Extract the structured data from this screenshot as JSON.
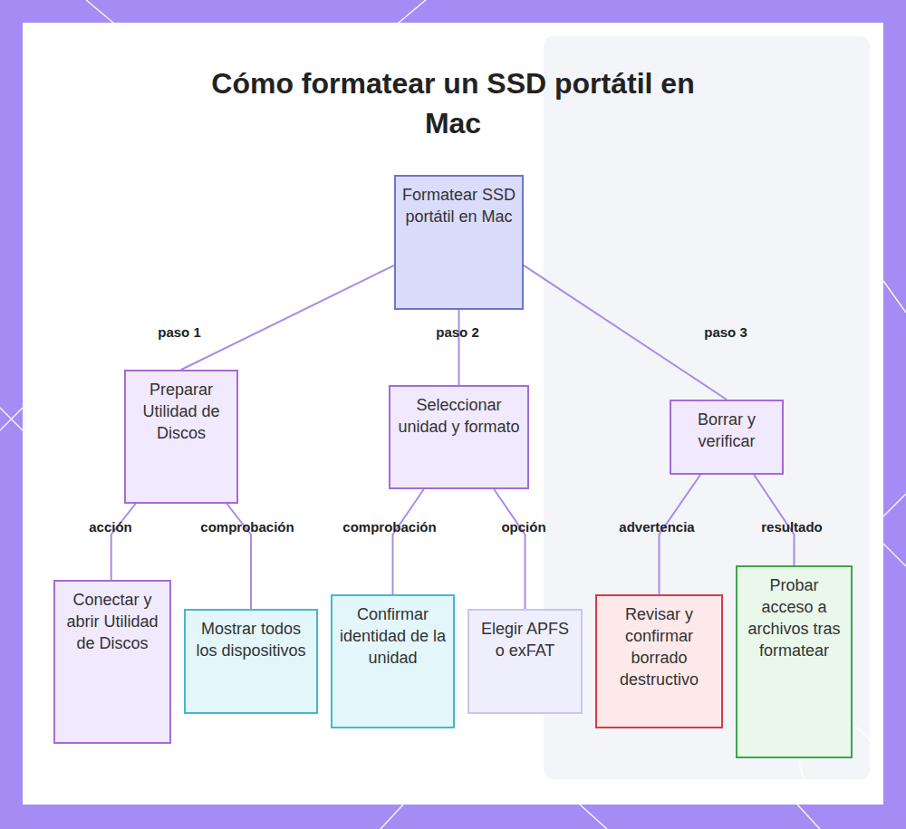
{
  "diagram": {
    "title": "Cómo formatear un SSD portátil en Mac",
    "nodes": [
      {
        "text": [
          "Formatear SSD portátil en Mac"
        ]
      },
      {
        "text": [
          "Preparar Utilidad de Discos"
        ]
      },
      {
        "text": [
          "Seleccionar unidad y formato"
        ]
      },
      {
        "text": [
          "Borrar y verificar"
        ]
      },
      {
        "text": [
          "Conectar y abrir Utilidad de Discos"
        ]
      },
      {
        "text": [
          "Mostrar todos los dispositivos"
        ]
      },
      {
        "text": [
          "Confirmar identidad de la unidad"
        ]
      },
      {
        "text": [
          "Elegir APFS o exFAT"
        ]
      },
      {
        "text": [
          "Revisar y confirmar borrado destructivo"
        ]
      },
      {
        "text": [
          "Probar acceso a archivos tras formatear"
        ]
      }
    ],
    "edges": [
      {
        "from": 0,
        "to": 1,
        "label": "paso 1",
        "arrow": "none"
      },
      {
        "from": 0,
        "to": 2,
        "label": "paso 2",
        "arrow": "none"
      },
      {
        "from": 0,
        "to": 3,
        "label": "paso 3",
        "arrow": "none"
      },
      {
        "from": 1,
        "to": 4,
        "label": "acción",
        "arrow": "none"
      },
      {
        "from": 1,
        "to": 5,
        "label": "comprobación",
        "arrow": "none"
      },
      {
        "from": 2,
        "to": 6,
        "label": "comprobación",
        "arrow": "none"
      },
      {
        "from": 2,
        "to": 7,
        "label": "opción",
        "arrow": "none"
      },
      {
        "from": 3,
        "to": 8,
        "label": "advertencia",
        "arrow": "none"
      },
      {
        "from": 3,
        "to": 9,
        "label": "resultado",
        "arrow": "none"
      }
    ]
  }
}
